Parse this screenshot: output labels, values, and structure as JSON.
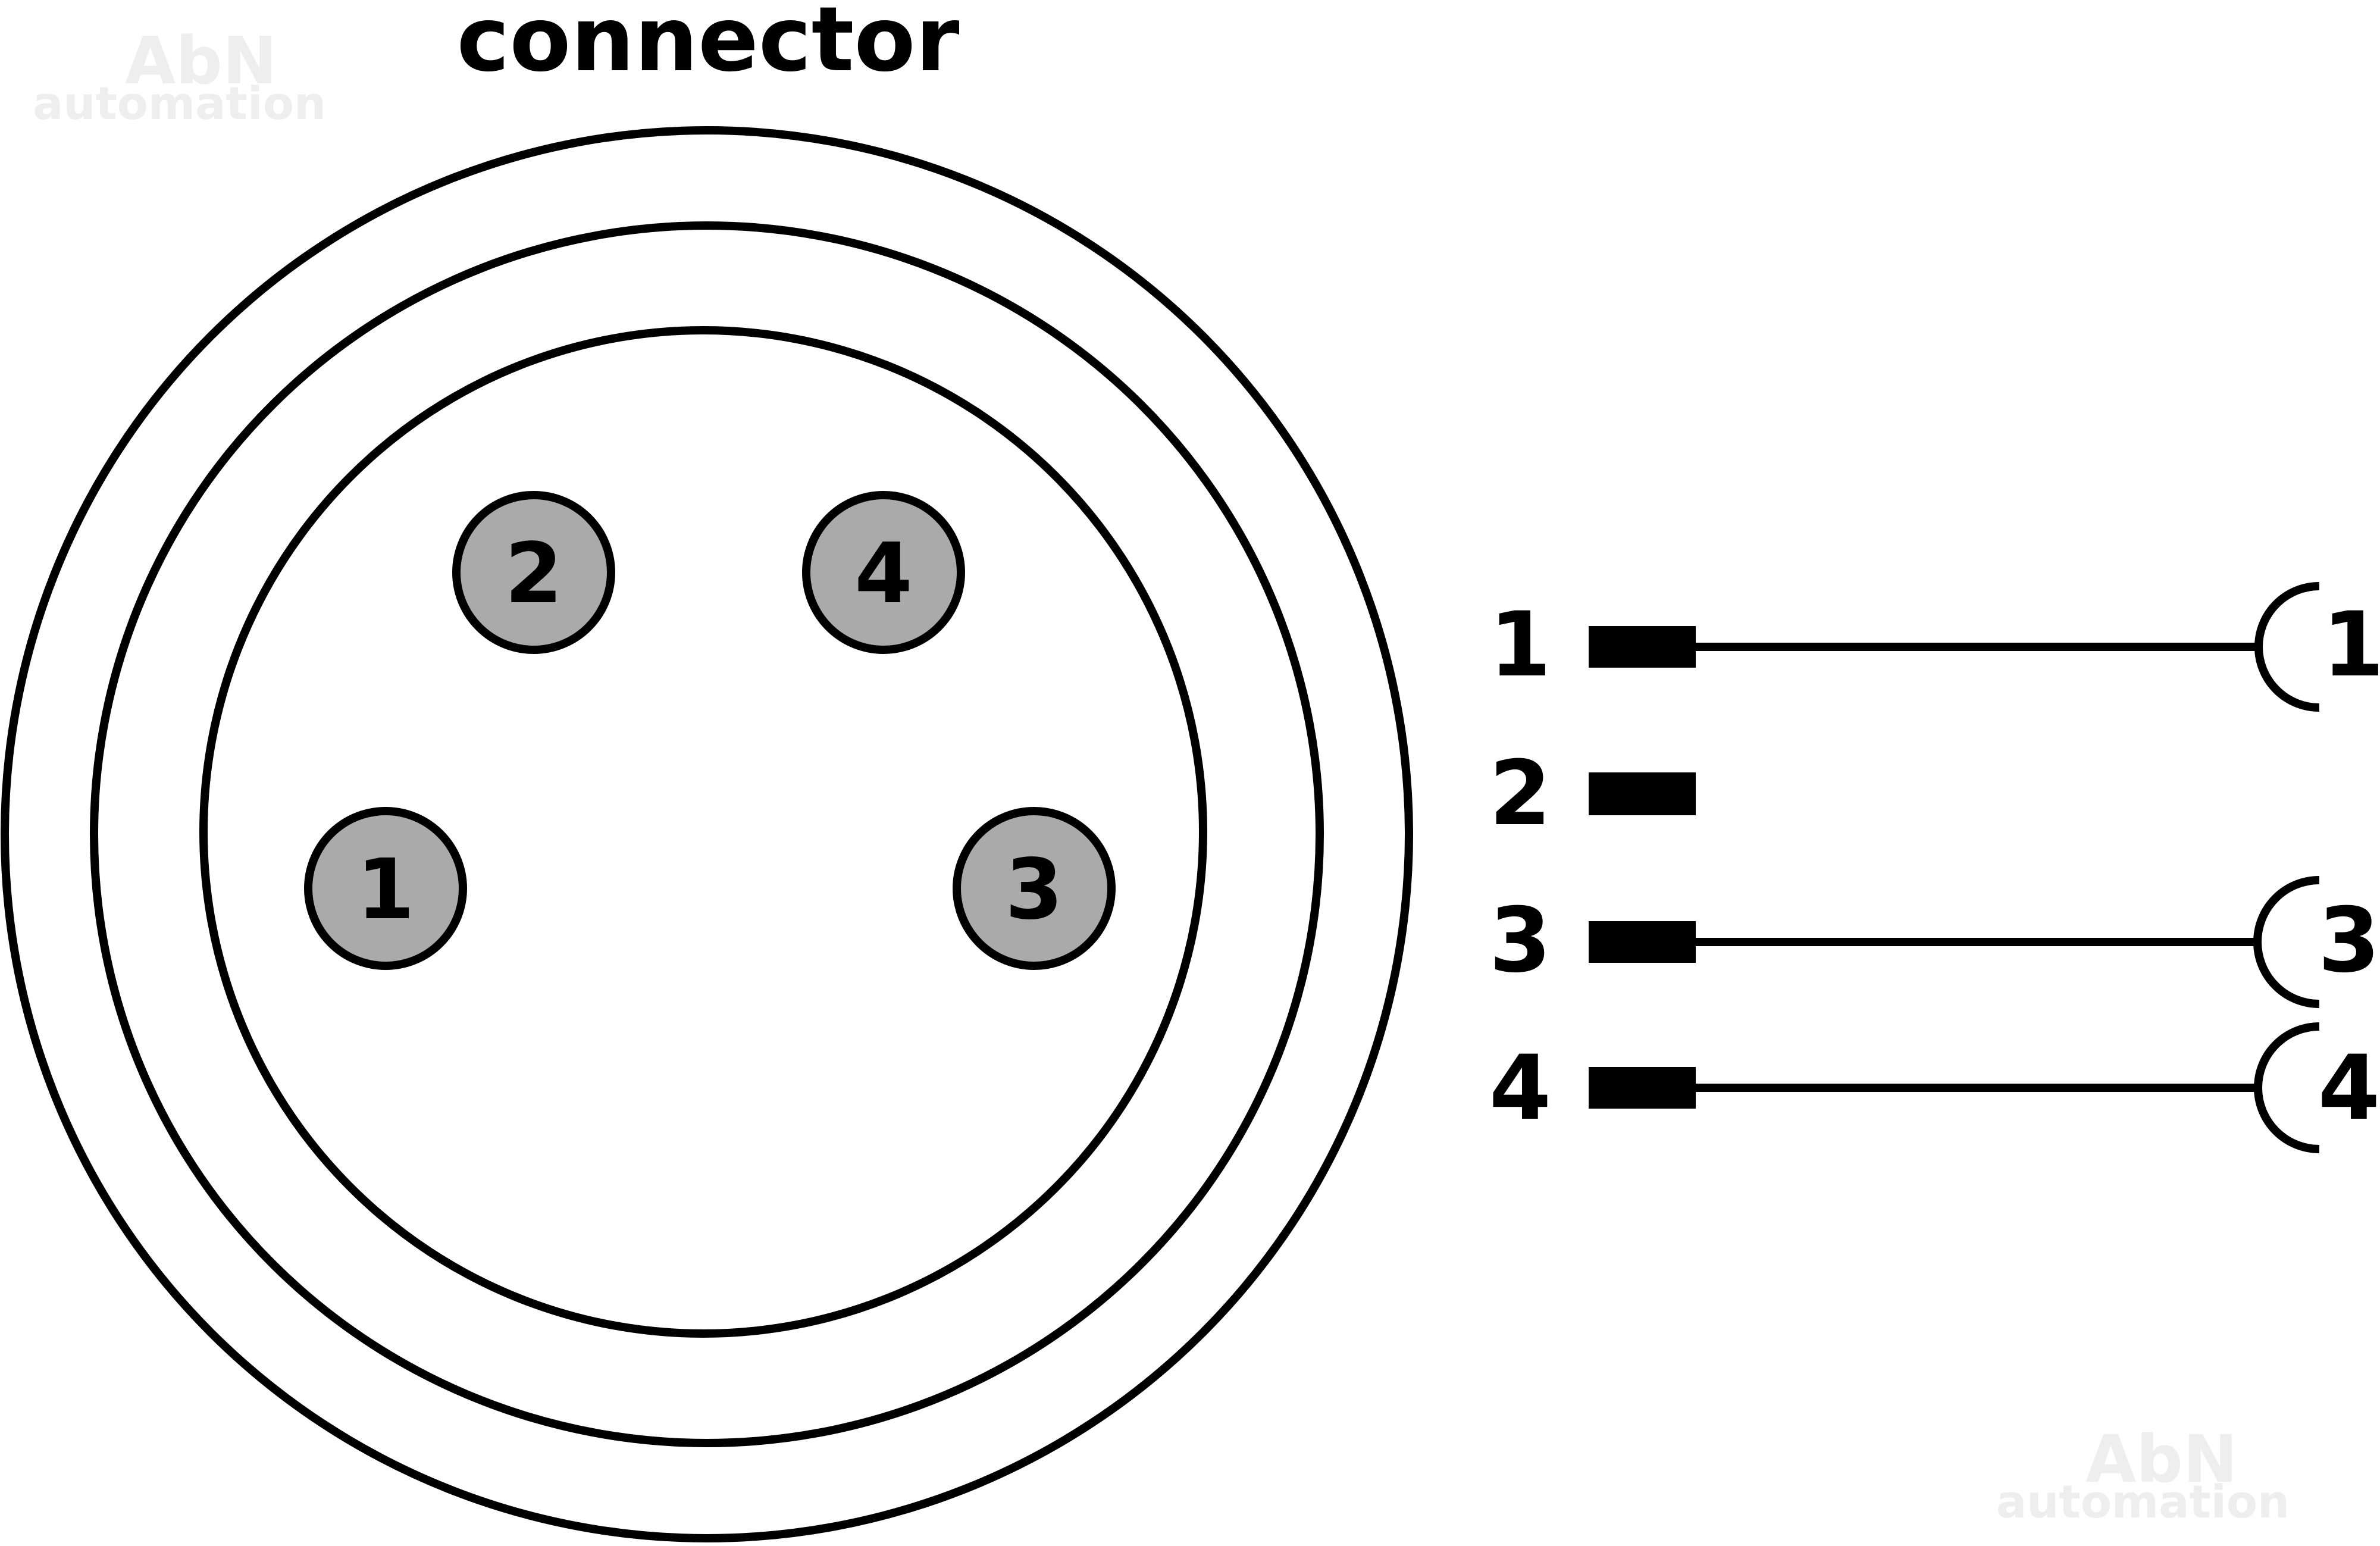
{
  "title": "connector",
  "watermark": {
    "line1": "AbN",
    "line2": "automation"
  },
  "pins": [
    {
      "id": "1",
      "label": "1"
    },
    {
      "id": "2",
      "label": "2"
    },
    {
      "id": "3",
      "label": "3"
    },
    {
      "id": "4",
      "label": "4"
    }
  ],
  "wiring": [
    {
      "pin": "1",
      "left_label": "1",
      "connected": true,
      "right_label": "1"
    },
    {
      "pin": "2",
      "left_label": "2",
      "connected": false,
      "right_label": ""
    },
    {
      "pin": "3",
      "left_label": "3",
      "connected": true,
      "right_label": "3"
    },
    {
      "pin": "4",
      "left_label": "4",
      "connected": true,
      "right_label": "4"
    }
  ],
  "colors": {
    "stroke": "#000000",
    "pin_fill": "#aaaaaa",
    "background": "#ffffff",
    "watermark": "#eeeeee"
  }
}
